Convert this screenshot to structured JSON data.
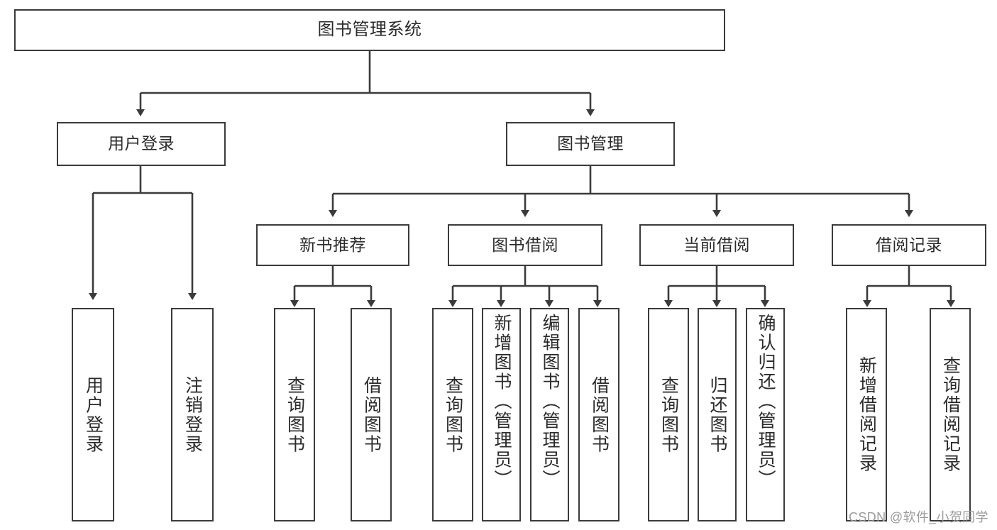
{
  "diagram": {
    "type": "tree-hierarchy",
    "title": "图书管理系统",
    "accent_color": "#3b3b3b",
    "background_color": "#ffffff",
    "text_color": "#2b2b2b",
    "nodes": {
      "root": {
        "label": "图书管理系统"
      },
      "level2": [
        {
          "id": "user-login",
          "label": "用户登录"
        },
        {
          "id": "book-management",
          "label": "图书管理"
        }
      ],
      "level3": [
        {
          "id": "new-book-recommend",
          "label": "新书推荐"
        },
        {
          "id": "book-borrow",
          "label": "图书借阅"
        },
        {
          "id": "current-borrow",
          "label": "当前借阅"
        },
        {
          "id": "borrow-record",
          "label": "借阅记录"
        }
      ],
      "leaves": {
        "user_login": [
          {
            "id": "leaf-user-login",
            "label": "用户登录"
          },
          {
            "id": "leaf-logout",
            "label": "注销登录"
          }
        ],
        "new_book_recommend": [
          {
            "id": "leaf-query-book-1",
            "label": "查询图书"
          },
          {
            "id": "leaf-borrow-book-1",
            "label": "借阅图书"
          }
        ],
        "book_borrow": [
          {
            "id": "leaf-query-book-2",
            "label": "查询图书"
          },
          {
            "id": "leaf-add-book",
            "label": "新增图书（管理员）"
          },
          {
            "id": "leaf-edit-book",
            "label": "编辑图书（管理员）"
          },
          {
            "id": "leaf-borrow-book-2",
            "label": "借阅图书"
          }
        ],
        "current_borrow": [
          {
            "id": "leaf-query-book-3",
            "label": "查询图书"
          },
          {
            "id": "leaf-return-book",
            "label": "归还图书"
          },
          {
            "id": "leaf-confirm-return",
            "label": "确认归还（管理员）"
          }
        ],
        "borrow_record": [
          {
            "id": "leaf-add-record",
            "label": "新增借阅记录"
          },
          {
            "id": "leaf-query-record",
            "label": "查询借阅记录"
          }
        ]
      }
    }
  },
  "watermark": {
    "text": "CSDN @软件_小贺同学"
  }
}
